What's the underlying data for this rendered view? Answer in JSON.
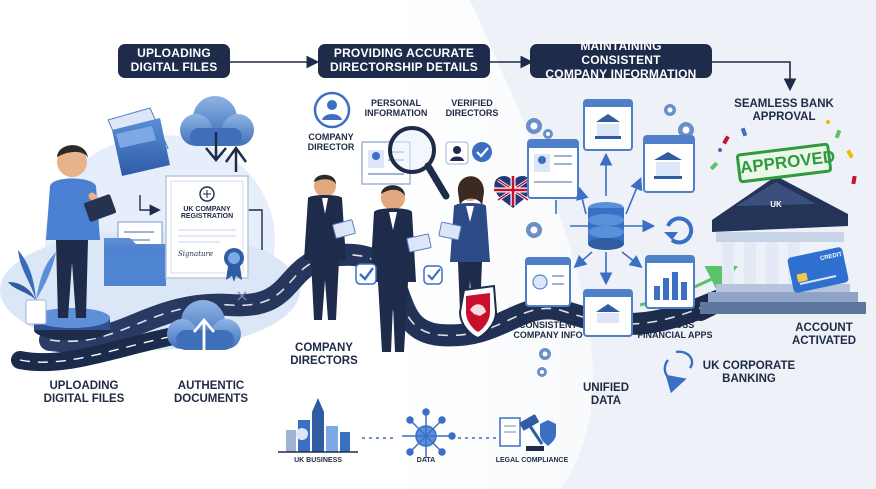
{
  "steps": [
    {
      "title_line1": "UPLOADING",
      "title_line2": "DIGITAL FILES"
    },
    {
      "title_line1": "PROVIDING ACCURATE",
      "title_line2": "DIRECTORSHIP DETAILS"
    },
    {
      "title_line1": "MAINTAINING CONSISTENT",
      "title_line2": "COMPANY INFORMATION"
    }
  ],
  "document": {
    "line1": "UK COMPANY",
    "line2": "REGISTRATION",
    "signature": "Signature"
  },
  "labels": {
    "uploading_line1": "UPLOADING",
    "uploading_line2": "DIGITAL FILES",
    "authentic_line1": "AUTHENTIC",
    "authentic_line2": "DOCUMENTS",
    "company_directors_line1": "COMPANY",
    "company_directors_line2": "DIRECTORS",
    "company_director_line1": "COMPANY",
    "company_director_line2": "DIRECTOR",
    "personal_info_line1": "PERSONAL",
    "personal_info_line2": "INFORMATION",
    "verified_line1": "VERIFIED",
    "verified_line2": "DIRECTORS",
    "consistent_line1": "CONSISTENT",
    "consistent_line2": "COMPANY INFO",
    "across_line1": "ACROSS",
    "across_line2": "FINANCIAL APPS",
    "unified_line1": "UNIFIED",
    "unified_line2": "DATA",
    "uk_corporate_line1": "UK CORPORATE",
    "uk_corporate_line2": "BANKING",
    "seamless_line1": "SEAMLESS BANK",
    "seamless_line2": "APPROVAL",
    "account_line1": "ACCOUNT",
    "account_line2": "ACTIVATED",
    "approved_stamp": "APPROVED",
    "bank_sign": "UK",
    "card_text": "CREDIT"
  },
  "footer": {
    "items": [
      {
        "label": "UK BUSINESS",
        "icon": "city-icon"
      },
      {
        "label": "DATA",
        "icon": "network-icon"
      },
      {
        "label": "LEGAL COMPLIANCE",
        "icon": "gavel-icon"
      }
    ]
  },
  "colors": {
    "navy": "#1e2b4a",
    "accent_blue": "#3b6fc4",
    "light_blue": "#dbe7f8",
    "road": "#2a3b63",
    "approved_green": "#2f9a3f"
  }
}
